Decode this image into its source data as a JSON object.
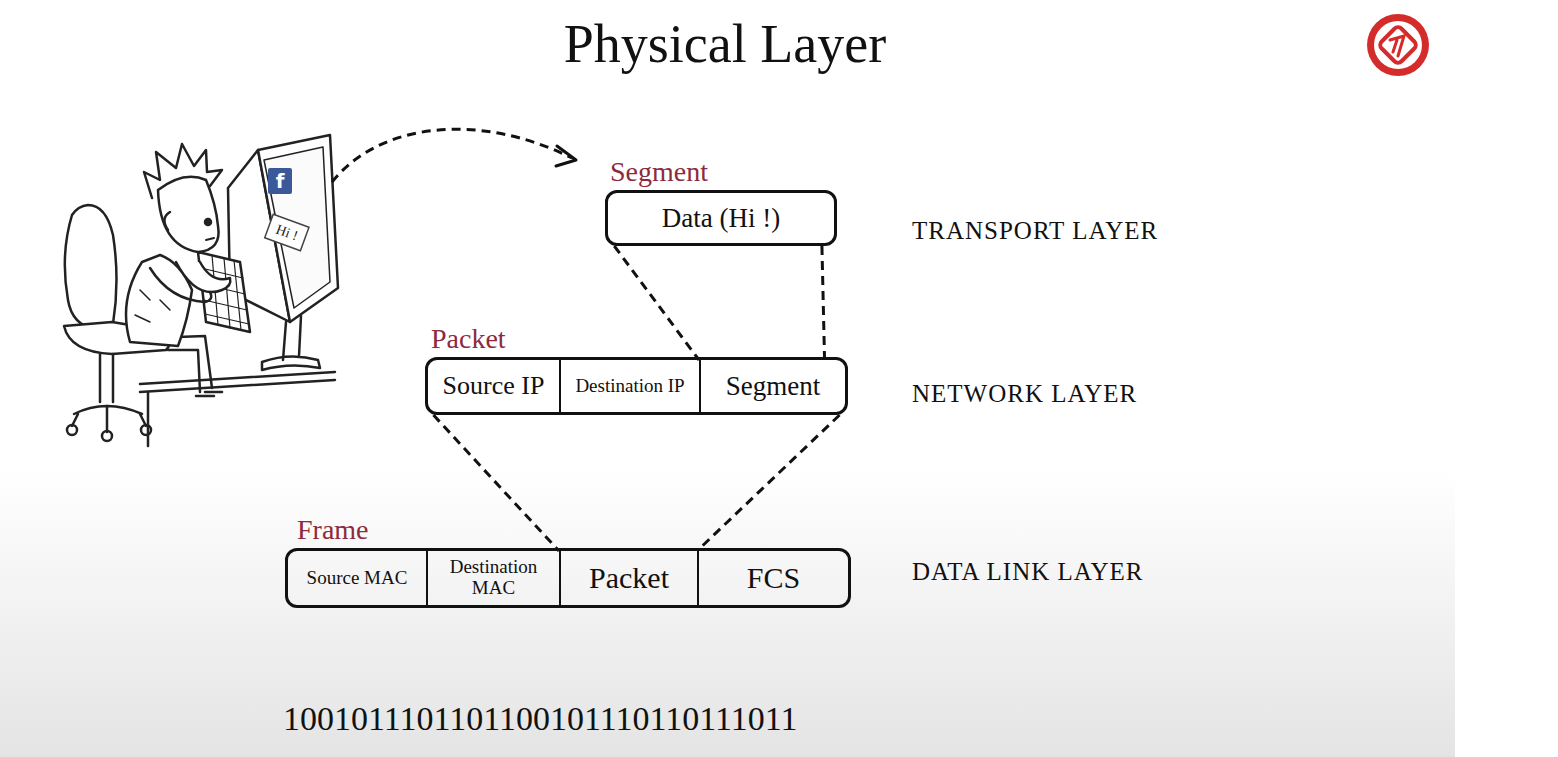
{
  "diagram": {
    "title": "Physical Layer",
    "nodes": [
      {
        "text": [
          "Segment",
          "Data (Hi !)"
        ]
      },
      {
        "text": [
          "Packet"
        ]
      },
      {
        "text": [
          "Source IP"
        ],
        "in": 1
      },
      {
        "text": [
          "Destination IP"
        ],
        "in": 1
      },
      {
        "text": [
          "Segment"
        ],
        "in": 1
      },
      {
        "text": [
          "Frame"
        ]
      },
      {
        "text": [
          "Source MAC"
        ],
        "in": 5
      },
      {
        "text": [
          "Destination MAC"
        ],
        "in": 5
      },
      {
        "text": [
          "Packet"
        ],
        "in": 5
      },
      {
        "text": [
          "FCS"
        ],
        "in": 5
      }
    ],
    "edges": [
      {
        "from": 0,
        "to": 4,
        "arrow": "none"
      },
      {
        "from": 0,
        "to": 4,
        "arrow": "none"
      },
      {
        "from": 1,
        "to": 8,
        "arrow": "none"
      },
      {
        "from": 1,
        "to": 8,
        "arrow": "none"
      }
    ],
    "labels": [
      "f",
      "Hi !",
      "TRANSPORT LAYER",
      "NETWORK LAYER",
      "DATA LINK LAYER",
      "1001011101101100101110110111011"
    ]
  }
}
